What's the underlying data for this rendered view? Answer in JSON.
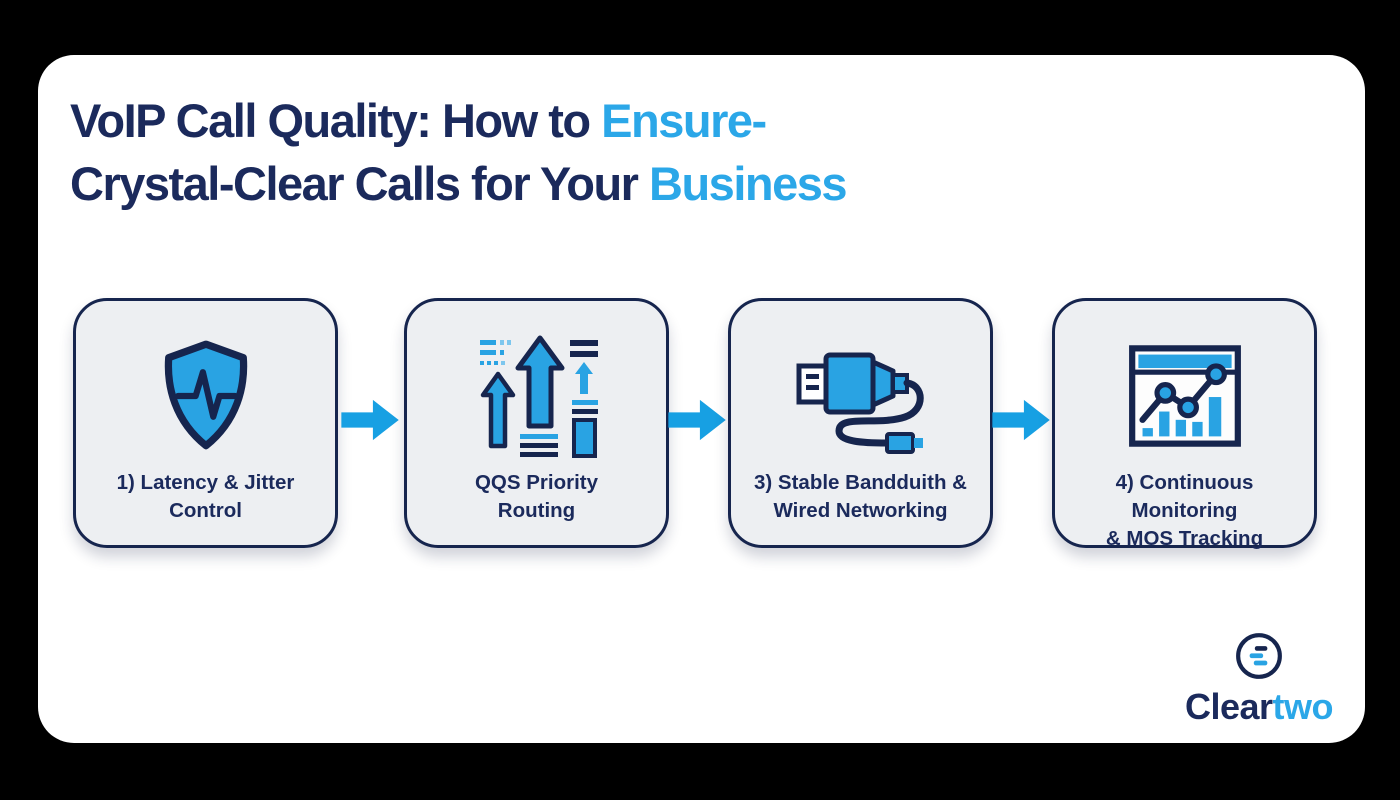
{
  "title": {
    "line1_dark": "VoIP Call Quality: How to ",
    "line1_accent": "Ensure-",
    "line2_dark": "Crystal-Clear Calls for Your ",
    "line2_accent": "Business"
  },
  "steps": [
    {
      "icon": "shield-pulse-icon",
      "label_line1": "1) Latency & Jitter",
      "label_line2": "Control"
    },
    {
      "icon": "priority-arrows-icon",
      "label_line1": "QQS Priority",
      "label_line2": "Routing"
    },
    {
      "icon": "cable-plug-icon",
      "label_line1": "3) Stable Bandduith &",
      "label_line2": "Wired Networking"
    },
    {
      "icon": "monitoring-chart-icon",
      "label_line1": "4) Continuous Monitoring",
      "label_line2": "& MOS Tracking"
    }
  ],
  "logo": {
    "icon": "cleartwo-logo-icon",
    "text_dark": "Clear",
    "text_accent": "two"
  },
  "colors": {
    "page_bg": "#000000",
    "card_bg": "#ffffff",
    "navy": "#1b2a5c",
    "outline_navy": "#16254e",
    "accent_blue": "#2ba7e8",
    "icon_blue": "#29a3e3",
    "icon_light_blue": "#7cc6ee",
    "arrow_blue": "#17a0e3",
    "box_bg": "#edeff2"
  }
}
